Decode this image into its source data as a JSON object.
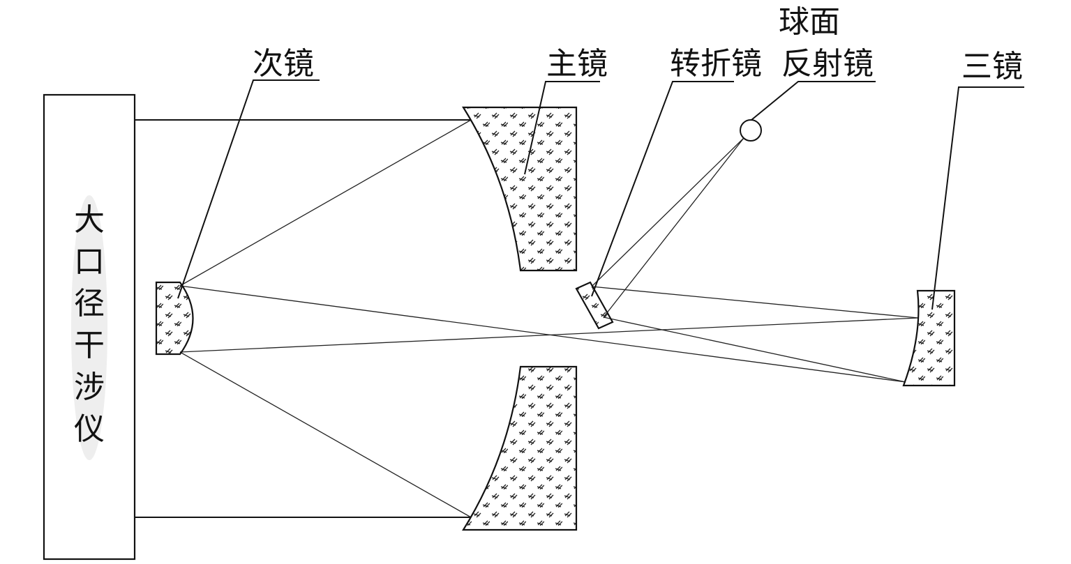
{
  "labels": {
    "secondary": "次镜",
    "primary": "主镜",
    "fold": "转折镜",
    "sphere_line1": "球面",
    "sphere_line2": "反射镜",
    "tertiary": "三镜",
    "interferometer": [
      "大",
      "口",
      "径",
      "干",
      "涉",
      "仪"
    ]
  }
}
